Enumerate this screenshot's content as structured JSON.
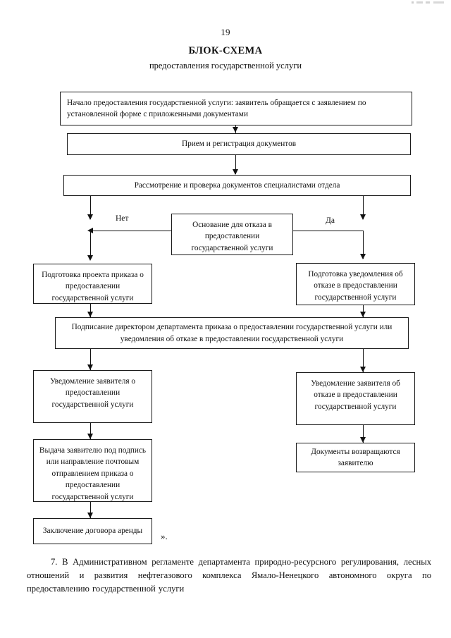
{
  "document": {
    "page_number": "19",
    "title": "БЛОК-СХЕМА",
    "subtitle": "предоставления государственной услуги",
    "closing_quote": "».",
    "trailing_paragraph": "7. В Административном регламенте департамента природно-ресурсного регулирования, лесных отношений и развития нефтегазового комплекса Ямало-Ненецкого автономного округа по предоставлению государственной услуги"
  },
  "flowchart": {
    "branch_labels": {
      "no": "Нет",
      "yes": "Да"
    },
    "nodes": [
      {
        "id": "start",
        "text": "Начало предоставления государственной услуги: заявитель обращается с заявлением по установленной форме с приложенными документами"
      },
      {
        "id": "receive-register",
        "text": "Прием и регистрация документов"
      },
      {
        "id": "review-check",
        "text": "Рассмотрение и проверка документов специалистами отдела"
      },
      {
        "id": "refusal-grounds",
        "text": "Основание для отказа в предоставлении государственной услуги"
      },
      {
        "id": "prepare-order-draft",
        "text": "Подготовка проекта приказа о предоставлении государственной услуги"
      },
      {
        "id": "prepare-refusal-notice",
        "text": "Подготовка уведомления об отказе в предоставлении государственной услуги"
      },
      {
        "id": "director-signing",
        "text": "Подписание директором департамента приказа о предоставлении государственной услуги или уведомления об отказе в предоставлении государственной услуги"
      },
      {
        "id": "notify-applicant-grant",
        "text": "Уведомление заявителя о предоставлении государственной услуги"
      },
      {
        "id": "notify-applicant-refusal",
        "text": "Уведомление заявителя об отказе в  предоставлении государственной услуги"
      },
      {
        "id": "issue-or-mail-order",
        "text": "Выдача заявителю под подпись или направление почтовым отправлением приказа о предоставлении государственной услуги"
      },
      {
        "id": "documents-returned",
        "text": "Документы возвращаются заявителю"
      },
      {
        "id": "lease-agreement",
        "text": "Заключение договора аренды"
      }
    ]
  }
}
